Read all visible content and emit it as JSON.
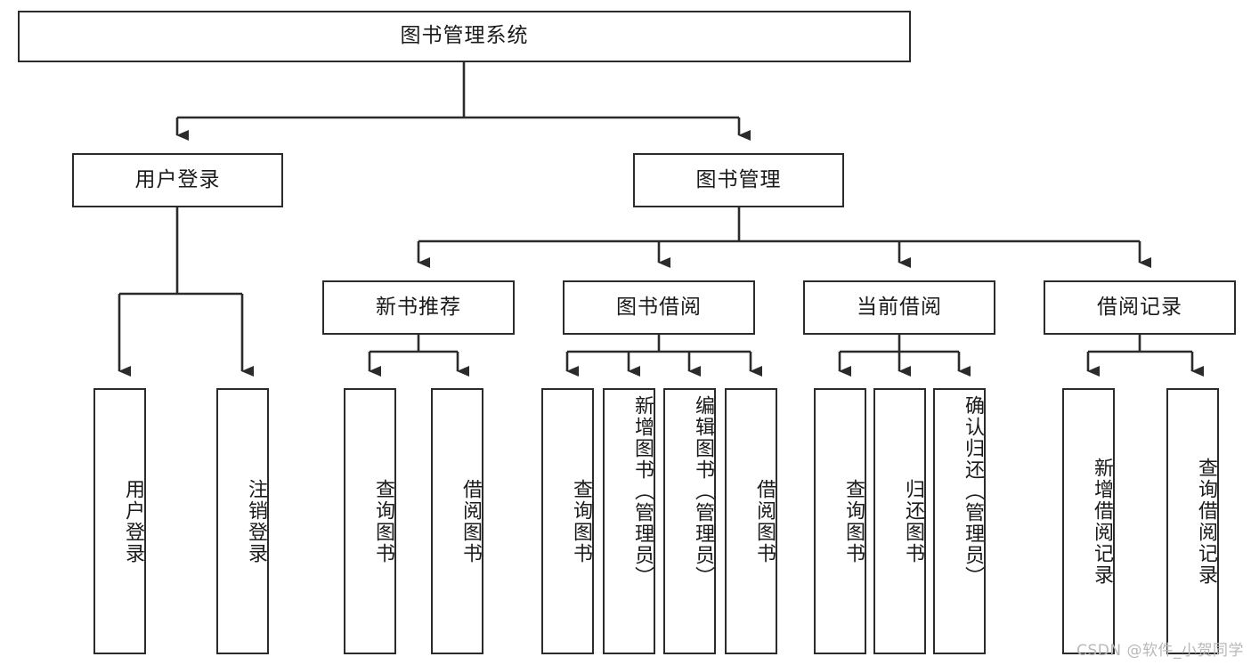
{
  "diagram": {
    "title_box": {
      "label": "图书管理系统"
    },
    "level2": [
      {
        "label": "用户登录"
      },
      {
        "label": "图书管理"
      }
    ],
    "level3": [
      {
        "label": "新书推荐"
      },
      {
        "label": "图书借阅"
      },
      {
        "label": "当前借阅"
      },
      {
        "label": "借阅记录"
      }
    ],
    "leaves": {
      "user_login": [
        {
          "label": "用户登录"
        },
        {
          "label": "注销登录"
        }
      ],
      "new_book_recommend": [
        {
          "label": "查询图书"
        },
        {
          "label": "借阅图书"
        }
      ],
      "book_borrow": [
        {
          "label": "查询图书"
        },
        {
          "label": "新增图书（管理员）"
        },
        {
          "label": "编辑图书（管理员）"
        },
        {
          "label": "借阅图书"
        }
      ],
      "current_borrow": [
        {
          "label": "查询图书"
        },
        {
          "label": "归还图书"
        },
        {
          "label": "确认归还（管理员）"
        }
      ],
      "borrow_record": [
        {
          "label": "新增借阅记录"
        },
        {
          "label": "查询借阅记录"
        }
      ]
    },
    "watermark": "CSDN @软件_小贺同学",
    "colors": {
      "stroke": "#2b2b2b",
      "fill": "#ffffff",
      "text": "#1a1a1a",
      "watermark": "#b9b9b9"
    }
  }
}
